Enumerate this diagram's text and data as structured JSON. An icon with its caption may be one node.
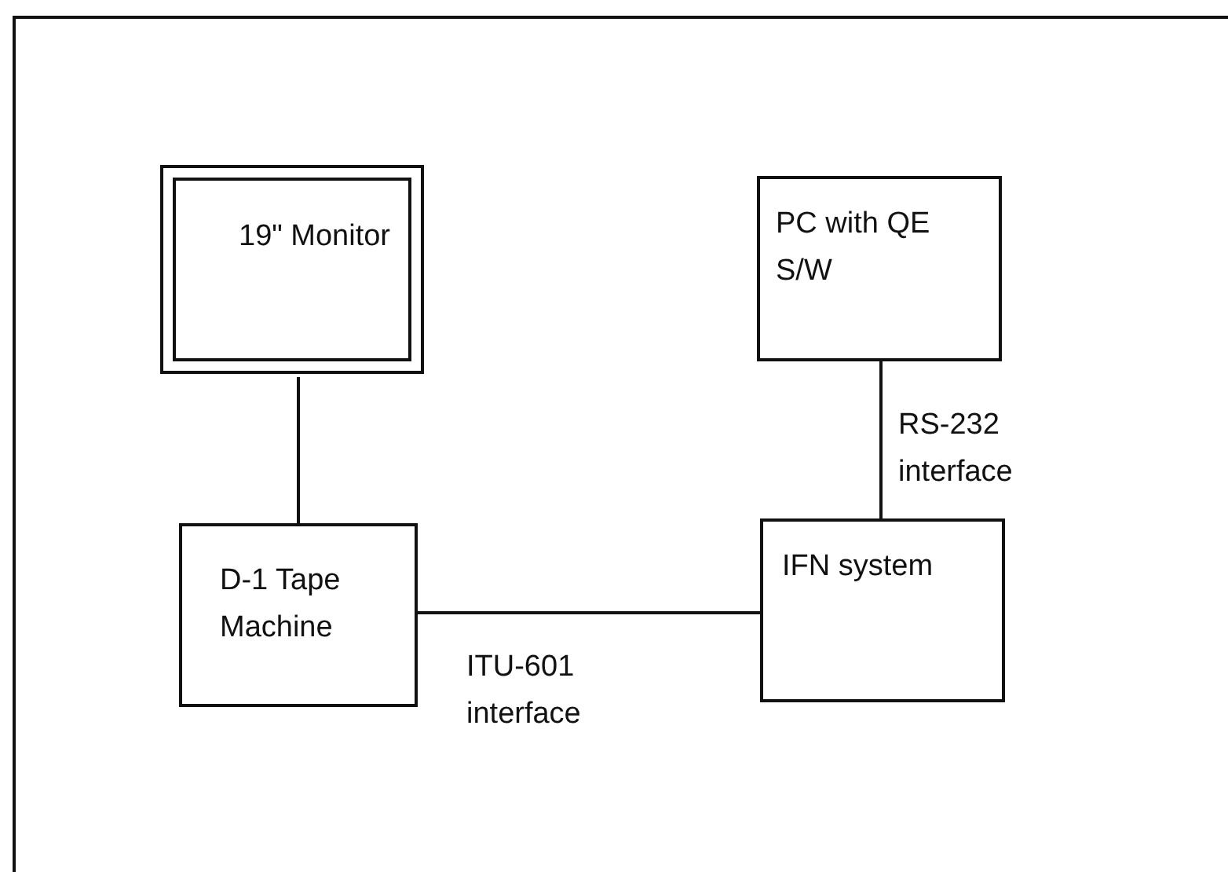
{
  "diagram": {
    "nodes": [
      {
        "text": [
          "19\" Monitor"
        ]
      },
      {
        "text": [
          "PC with QE S/W"
        ]
      },
      {
        "text": [
          "D-1 Tape Machine"
        ]
      },
      {
        "text": [
          "IFN system"
        ]
      }
    ],
    "edges": [
      {
        "from": 0,
        "to": 2,
        "arrow": "none"
      },
      {
        "from": 1,
        "to": 3,
        "arrow": "none",
        "label": "RS-232 interface"
      },
      {
        "from": 2,
        "to": 3,
        "arrow": "none",
        "label": "ITU-601 interface"
      }
    ]
  }
}
